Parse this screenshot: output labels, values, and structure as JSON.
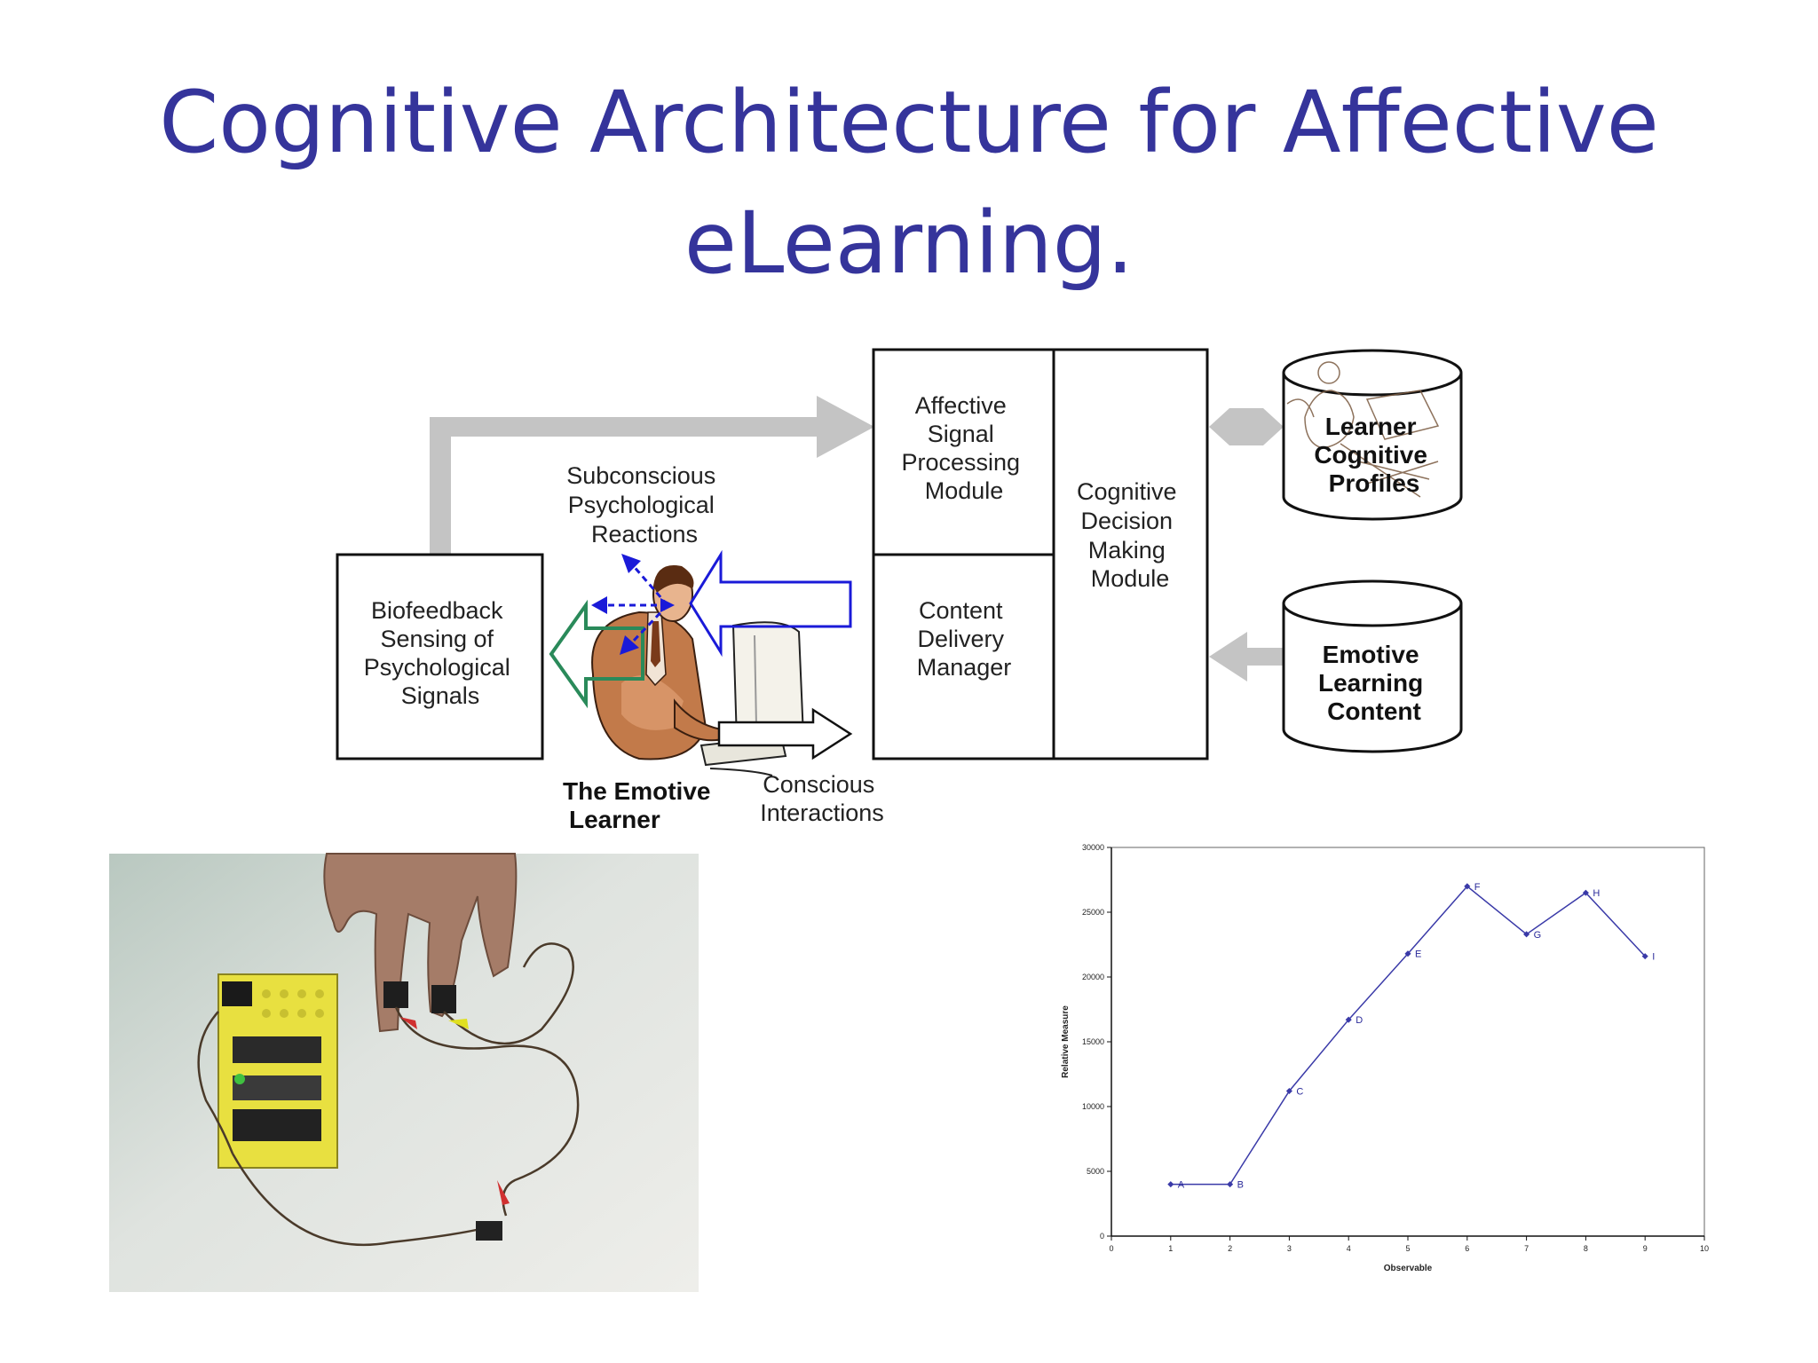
{
  "slide": {
    "title_line1": "Cognitive Architecture for Affective",
    "title_line2": "eLearning."
  },
  "diagram": {
    "biofeedback": [
      "Biofeedback",
      "Sensing of",
      "Psychological",
      "Signals"
    ],
    "subconscious": [
      "Subconscious",
      "Psychological",
      "Reactions"
    ],
    "affective_module": [
      "Affective",
      "Signal",
      "Processing",
      "Module"
    ],
    "content_delivery": [
      "Content",
      "Delivery",
      "Manager"
    ],
    "cognitive_decision": [
      "Cognitive",
      "Decision",
      "Making",
      "Module"
    ],
    "learner_profiles": [
      "Learner",
      "Cognitive",
      "Profiles"
    ],
    "emotive_content": [
      "Emotive",
      "Learning",
      "Content"
    ],
    "emotive_learner": [
      "The Emotive",
      "Learner"
    ],
    "conscious": [
      "Conscious",
      "Interactions"
    ]
  },
  "chart_data": {
    "type": "line",
    "xlabel": "Observable",
    "ylabel": "Relative Measure",
    "xlim": [
      0,
      10
    ],
    "ylim": [
      0,
      30000
    ],
    "x_ticks": [
      0,
      1,
      2,
      3,
      4,
      5,
      6,
      7,
      8,
      9,
      10
    ],
    "y_ticks": [
      0,
      5000,
      10000,
      15000,
      20000,
      25000,
      30000
    ],
    "points": [
      {
        "x": 1,
        "y": 4000,
        "label": "A"
      },
      {
        "x": 2,
        "y": 4000,
        "label": "B"
      },
      {
        "x": 3,
        "y": 11200,
        "label": "C"
      },
      {
        "x": 4,
        "y": 16700,
        "label": "D"
      },
      {
        "x": 5,
        "y": 21800,
        "label": "E"
      },
      {
        "x": 6,
        "y": 27000,
        "label": "F"
      },
      {
        "x": 7,
        "y": 23300,
        "label": "G"
      },
      {
        "x": 8,
        "y": 26500,
        "label": "H"
      },
      {
        "x": 9,
        "y": 21600,
        "label": "I"
      }
    ],
    "series_color": "#3a3aa8",
    "grid": false
  }
}
